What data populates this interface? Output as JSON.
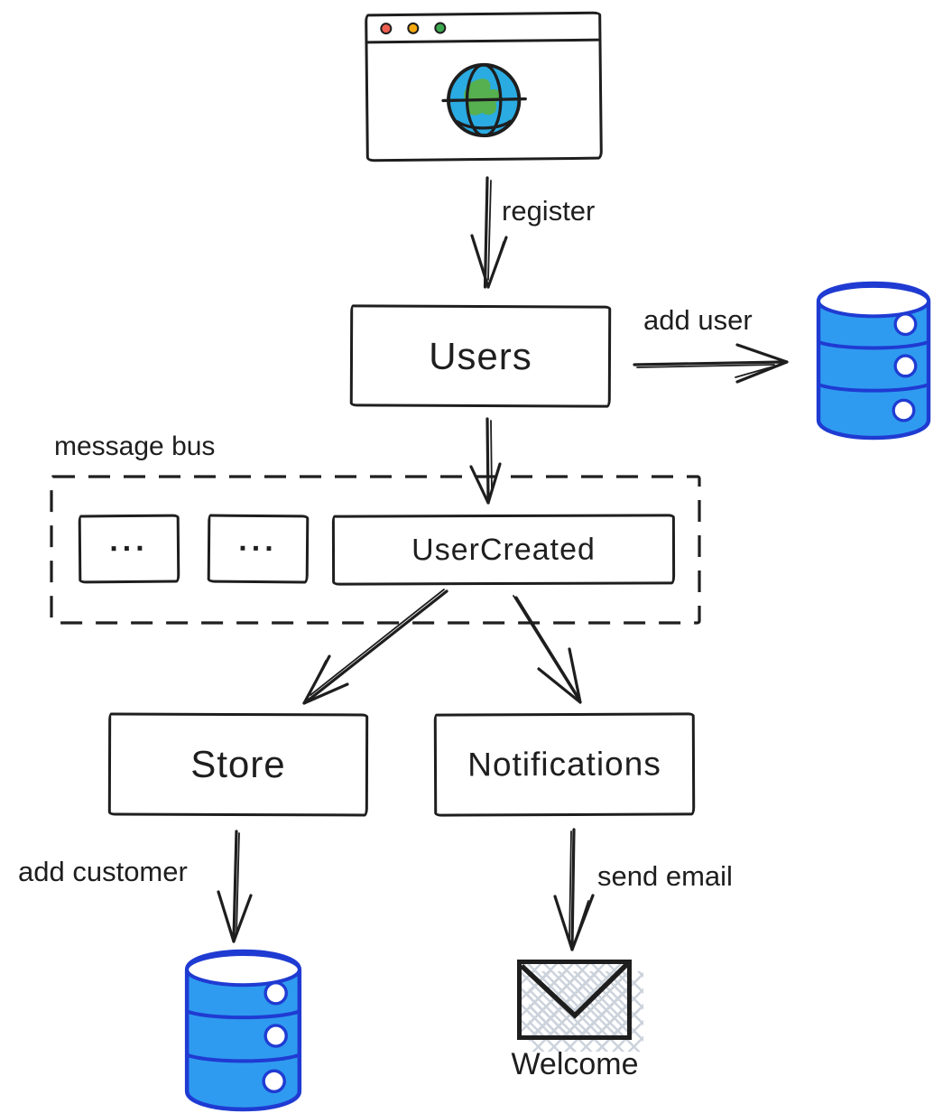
{
  "nodes": {
    "browser": {
      "label": ""
    },
    "users": {
      "label": "Users"
    },
    "message_bus": {
      "label": "message bus"
    },
    "queue_1": {
      "label": "..."
    },
    "queue_2": {
      "label": "..."
    },
    "user_created": {
      "label": "UserCreated"
    },
    "store": {
      "label": "Store"
    },
    "notifications": {
      "label": "Notifications"
    },
    "welcome_email": {
      "label": "Welcome"
    }
  },
  "edges": {
    "register": {
      "label": "register",
      "from": "browser",
      "to": "users"
    },
    "add_user": {
      "label": "add user",
      "from": "users",
      "to": "users-database"
    },
    "publish_user_created": {
      "label": "",
      "from": "users",
      "to": "message_bus"
    },
    "to_store": {
      "label": "",
      "from": "user_created",
      "to": "store"
    },
    "to_notifications": {
      "label": "",
      "from": "user_created",
      "to": "notifications"
    },
    "add_customer": {
      "label": "add customer",
      "from": "store",
      "to": "store-database"
    },
    "send_email": {
      "label": "send email",
      "from": "notifications",
      "to": "welcome_email"
    }
  },
  "theme": {
    "ink": "#1e1e1e",
    "background": "#ffffff",
    "db_fill": "#2f9bf0",
    "db_stroke": "#1f3bd2",
    "globe_ocean": "#2aabe2",
    "globe_land": "#57b04f",
    "dot_red": "#ee5f52",
    "dot_yellow": "#f6a90f",
    "dot_green": "#3ba94e",
    "hatch": "#ccd3dc"
  }
}
